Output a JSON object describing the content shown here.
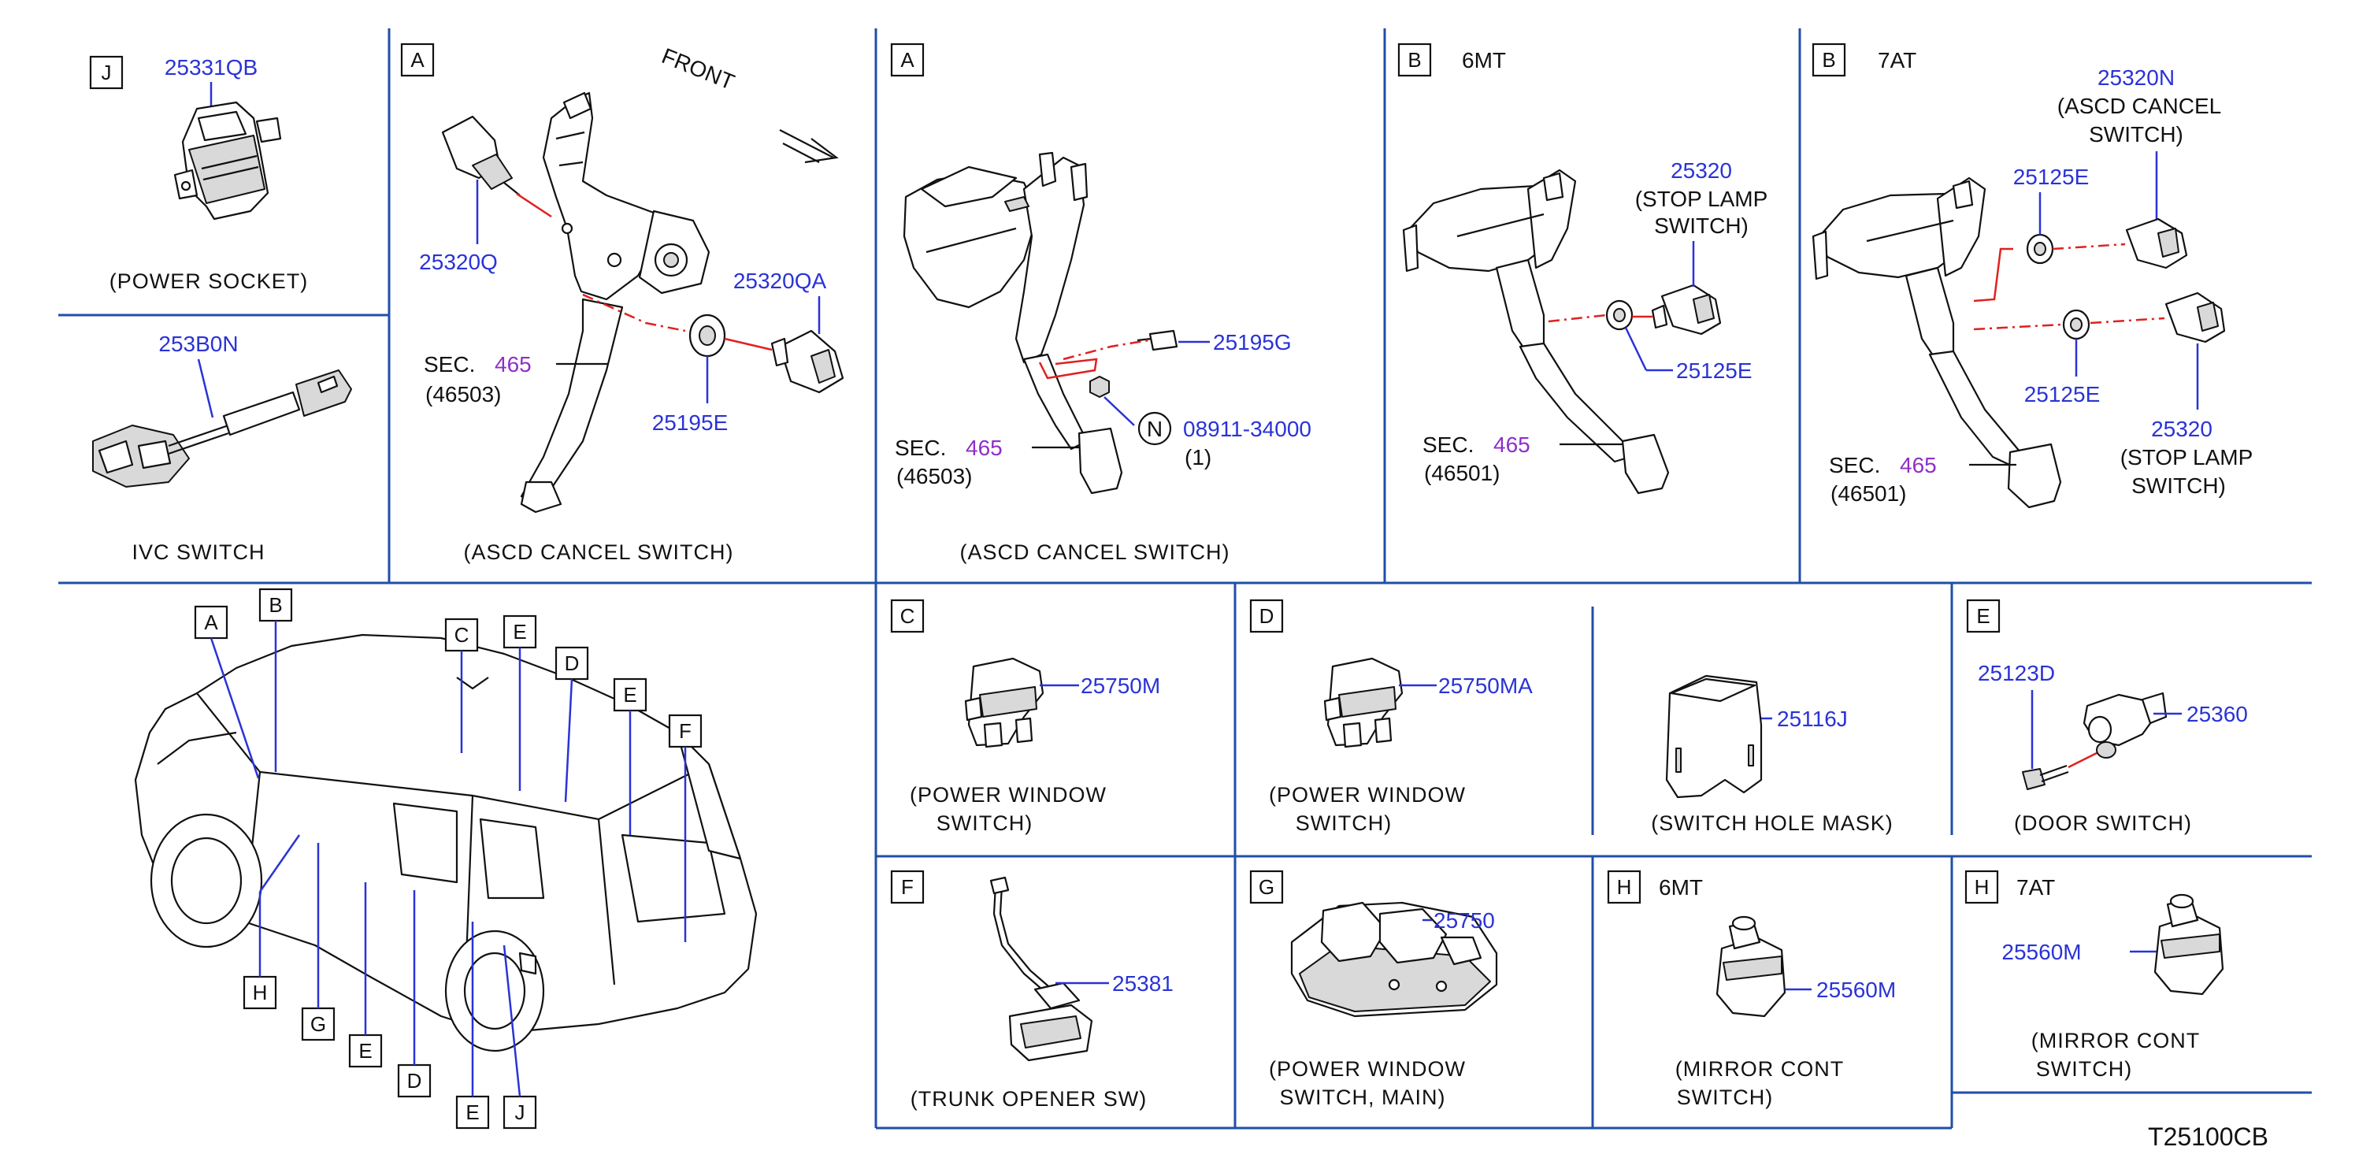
{
  "diagram_code": "T25100CB",
  "panels": {
    "j_top": {
      "key": "J",
      "part": "25331QB",
      "caption": "(POWER  SOCKET)"
    },
    "ivc": {
      "part": "253B0N",
      "caption": "IVC  SWITCH"
    },
    "a_left": {
      "key": "A",
      "front": "FRONT",
      "parts": [
        "25320Q",
        "25320QA",
        "25195E"
      ],
      "sec_label": "SEC.",
      "sec_num": "465",
      "sec_sub": "(46503)",
      "caption": "(ASCD  CANCEL  SWITCH)"
    },
    "a_right": {
      "key": "A",
      "parts": [
        "25195G",
        "08911-34000"
      ],
      "n_mark": "N",
      "qty": "(1)",
      "sec_label": "SEC.",
      "sec_num": "465",
      "sec_sub": "(46503)",
      "caption": "(ASCD  CANCEL  SWITCH)"
    },
    "b_6mt": {
      "key": "B",
      "variant": "6MT",
      "part_1": "25320",
      "part_1_desc_1": "(STOP  LAMP",
      "part_1_desc_2": "SWITCH)",
      "part_2": "25125E",
      "sec_label": "SEC.",
      "sec_num": "465",
      "sec_sub": "(46501)"
    },
    "b_7at": {
      "key": "B",
      "variant": "7AT",
      "part_1": "25320N",
      "part_1_desc_1": "(ASCD  CANCEL",
      "part_1_desc_2": "SWITCH)",
      "part_2": "25125E",
      "part_3": "25125E",
      "part_4": "25320",
      "part_4_desc_1": "(STOP  LAMP",
      "part_4_desc_2": "SWITCH)",
      "sec_label": "SEC.",
      "sec_num": "465",
      "sec_sub": "(46501)"
    },
    "c": {
      "key": "C",
      "part": "25750M",
      "caption_1": "(POWER  WINDOW",
      "caption_2": "SWITCH)"
    },
    "d": {
      "key": "D",
      "part": "25750MA",
      "caption_1": "(POWER  WINDOW",
      "caption_2": "SWITCH)"
    },
    "mask": {
      "part": "25116J",
      "caption": "(SWITCH  HOLE  MASK)"
    },
    "e": {
      "key": "E",
      "part_1": "25123D",
      "part_2": "25360",
      "caption": "(DOOR  SWITCH)"
    },
    "f": {
      "key": "F",
      "part": "25381",
      "caption": "(TRUNK  OPENER  SW)"
    },
    "g": {
      "key": "G",
      "part": "25750",
      "caption_1": "(POWER  WINDOW",
      "caption_2": "SWITCH,  MAIN)"
    },
    "h_6mt": {
      "key": "H",
      "variant": "6MT",
      "part": "25560M",
      "caption_1": "(MIRROR  CONT",
      "caption_2": "SWITCH)"
    },
    "h_7at": {
      "key": "H",
      "variant": "7AT",
      "part": "25560M",
      "caption_1": "(MIRROR  CONT",
      "caption_2": "SWITCH)"
    }
  },
  "vehicle_callouts": [
    "A",
    "B",
    "C",
    "E",
    "D",
    "E",
    "F",
    "H",
    "G",
    "E",
    "D",
    "E",
    "J"
  ],
  "colors": {
    "part_number": "#2a33d6",
    "section_number": "#8e2fc8",
    "leader_red": "#e02020",
    "frame": "#1f4fa8"
  }
}
